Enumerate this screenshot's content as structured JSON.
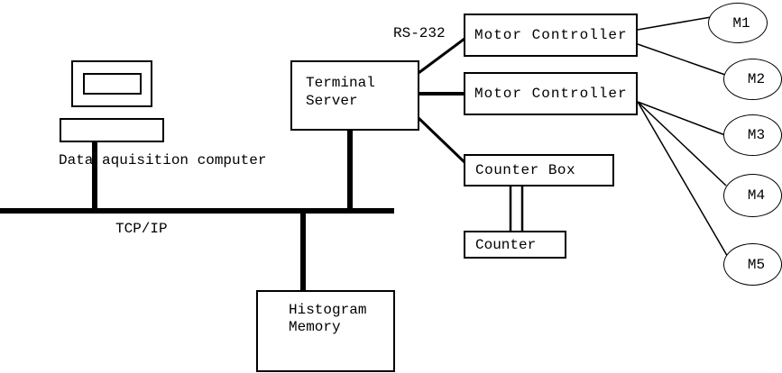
{
  "diagram": {
    "computer_label": "Data aquisition computer",
    "bus_label": "TCP/IP",
    "serial_label": "RS-232",
    "nodes": {
      "terminal_server": {
        "label": "Terminal Server"
      },
      "motor_controller_1": {
        "label": "Motor Controller"
      },
      "motor_controller_2": {
        "label": "Motor Controller"
      },
      "counter_box": {
        "label": "Counter Box"
      },
      "counter": {
        "label": "Counter"
      },
      "histogram_memory": {
        "label": "Histogram Memory"
      }
    },
    "motors": [
      "M1",
      "M2",
      "M3",
      "M4",
      "M5"
    ],
    "colors": {
      "line": "#000000",
      "background": "#ffffff"
    }
  }
}
